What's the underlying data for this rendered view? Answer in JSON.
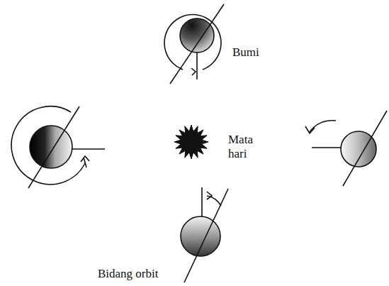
{
  "diagram": {
    "labels": [
      "Bumi",
      "Mata hari",
      "Bidang orbit"
    ]
  }
}
